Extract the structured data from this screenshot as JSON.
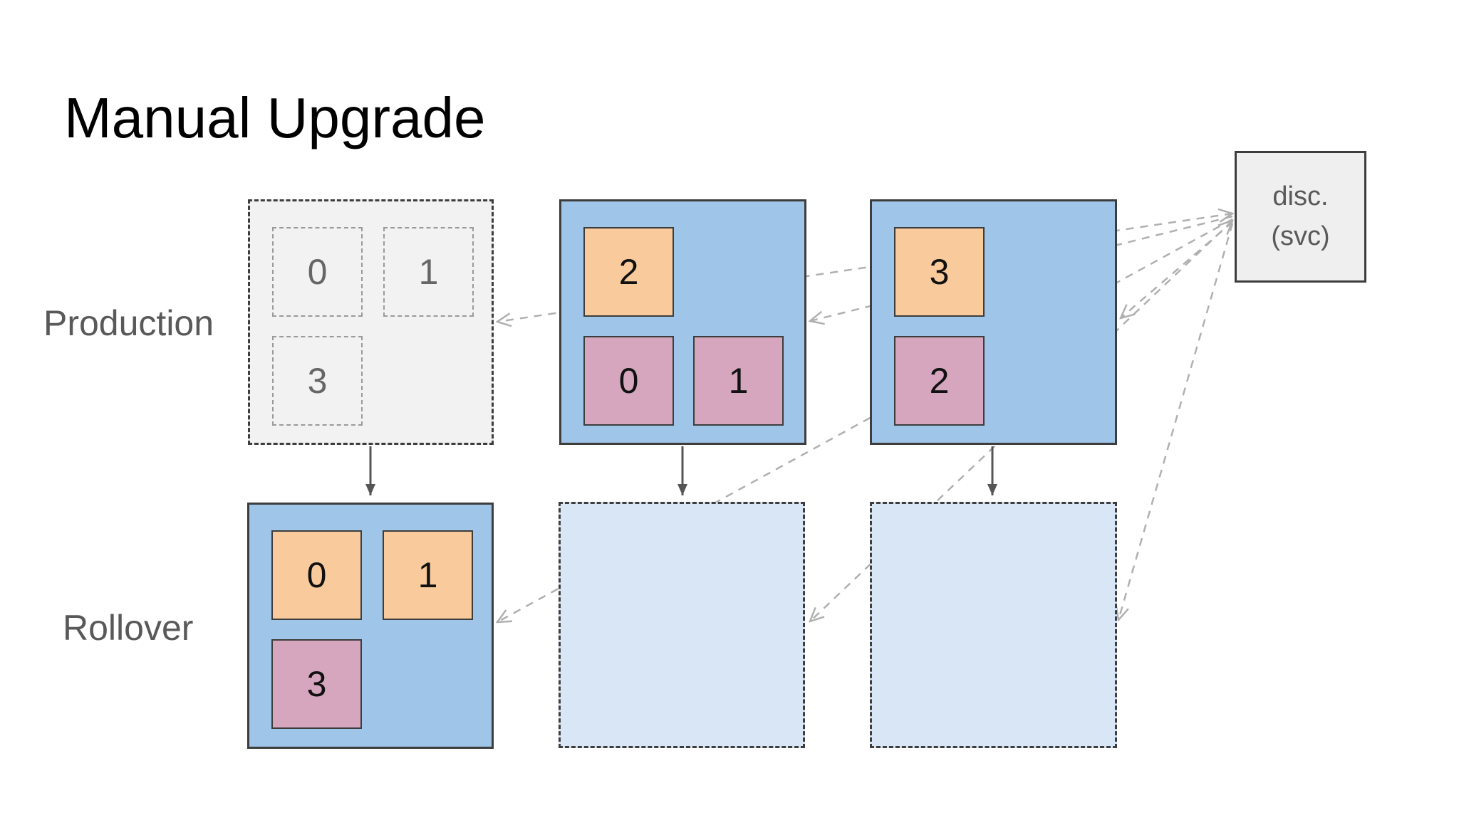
{
  "title": "Manual Upgrade",
  "row_labels": {
    "production": "Production",
    "rollover": "Rollover"
  },
  "disc_service": {
    "line1": "disc.",
    "line2": "(svc)"
  },
  "colors": {
    "blue": "#9fc5e8",
    "light_blue": "#d9e6f6",
    "orange": "#f9cb9c",
    "pink": "#d5a6bd",
    "ghost_gray": "#f2f2f2",
    "disc_gray": "#efefef",
    "border_dark": "#3d3d3d",
    "ghost_cell_border": "#9a9a9a",
    "line_gray": "#b0b0b0",
    "solid_arrow": "#555555",
    "label_gray": "#595959",
    "cell_text": "#111111",
    "ghost_text": "#666666"
  },
  "boxes": {
    "production_old": {
      "cells": [
        {
          "label": "0",
          "variant": "ghost",
          "slot": "tl"
        },
        {
          "label": "1",
          "variant": "ghost",
          "slot": "tr"
        },
        {
          "label": "3",
          "variant": "ghost",
          "slot": "bl"
        }
      ]
    },
    "production_mid": {
      "cells": [
        {
          "label": "2",
          "variant": "orange",
          "slot": "tl"
        },
        {
          "label": "0",
          "variant": "pink",
          "slot": "bl"
        },
        {
          "label": "1",
          "variant": "pink",
          "slot": "br"
        }
      ]
    },
    "production_new": {
      "cells": [
        {
          "label": "3",
          "variant": "orange",
          "slot": "tl"
        },
        {
          "label": "2",
          "variant": "pink",
          "slot": "bl"
        }
      ]
    },
    "rollover_active": {
      "cells": [
        {
          "label": "0",
          "variant": "orange",
          "slot": "tl"
        },
        {
          "label": "1",
          "variant": "orange",
          "slot": "tr"
        },
        {
          "label": "3",
          "variant": "pink",
          "slot": "bl"
        }
      ]
    },
    "rollover_empty_mid": {
      "cells": []
    },
    "rollover_empty_new": {
      "cells": []
    }
  }
}
